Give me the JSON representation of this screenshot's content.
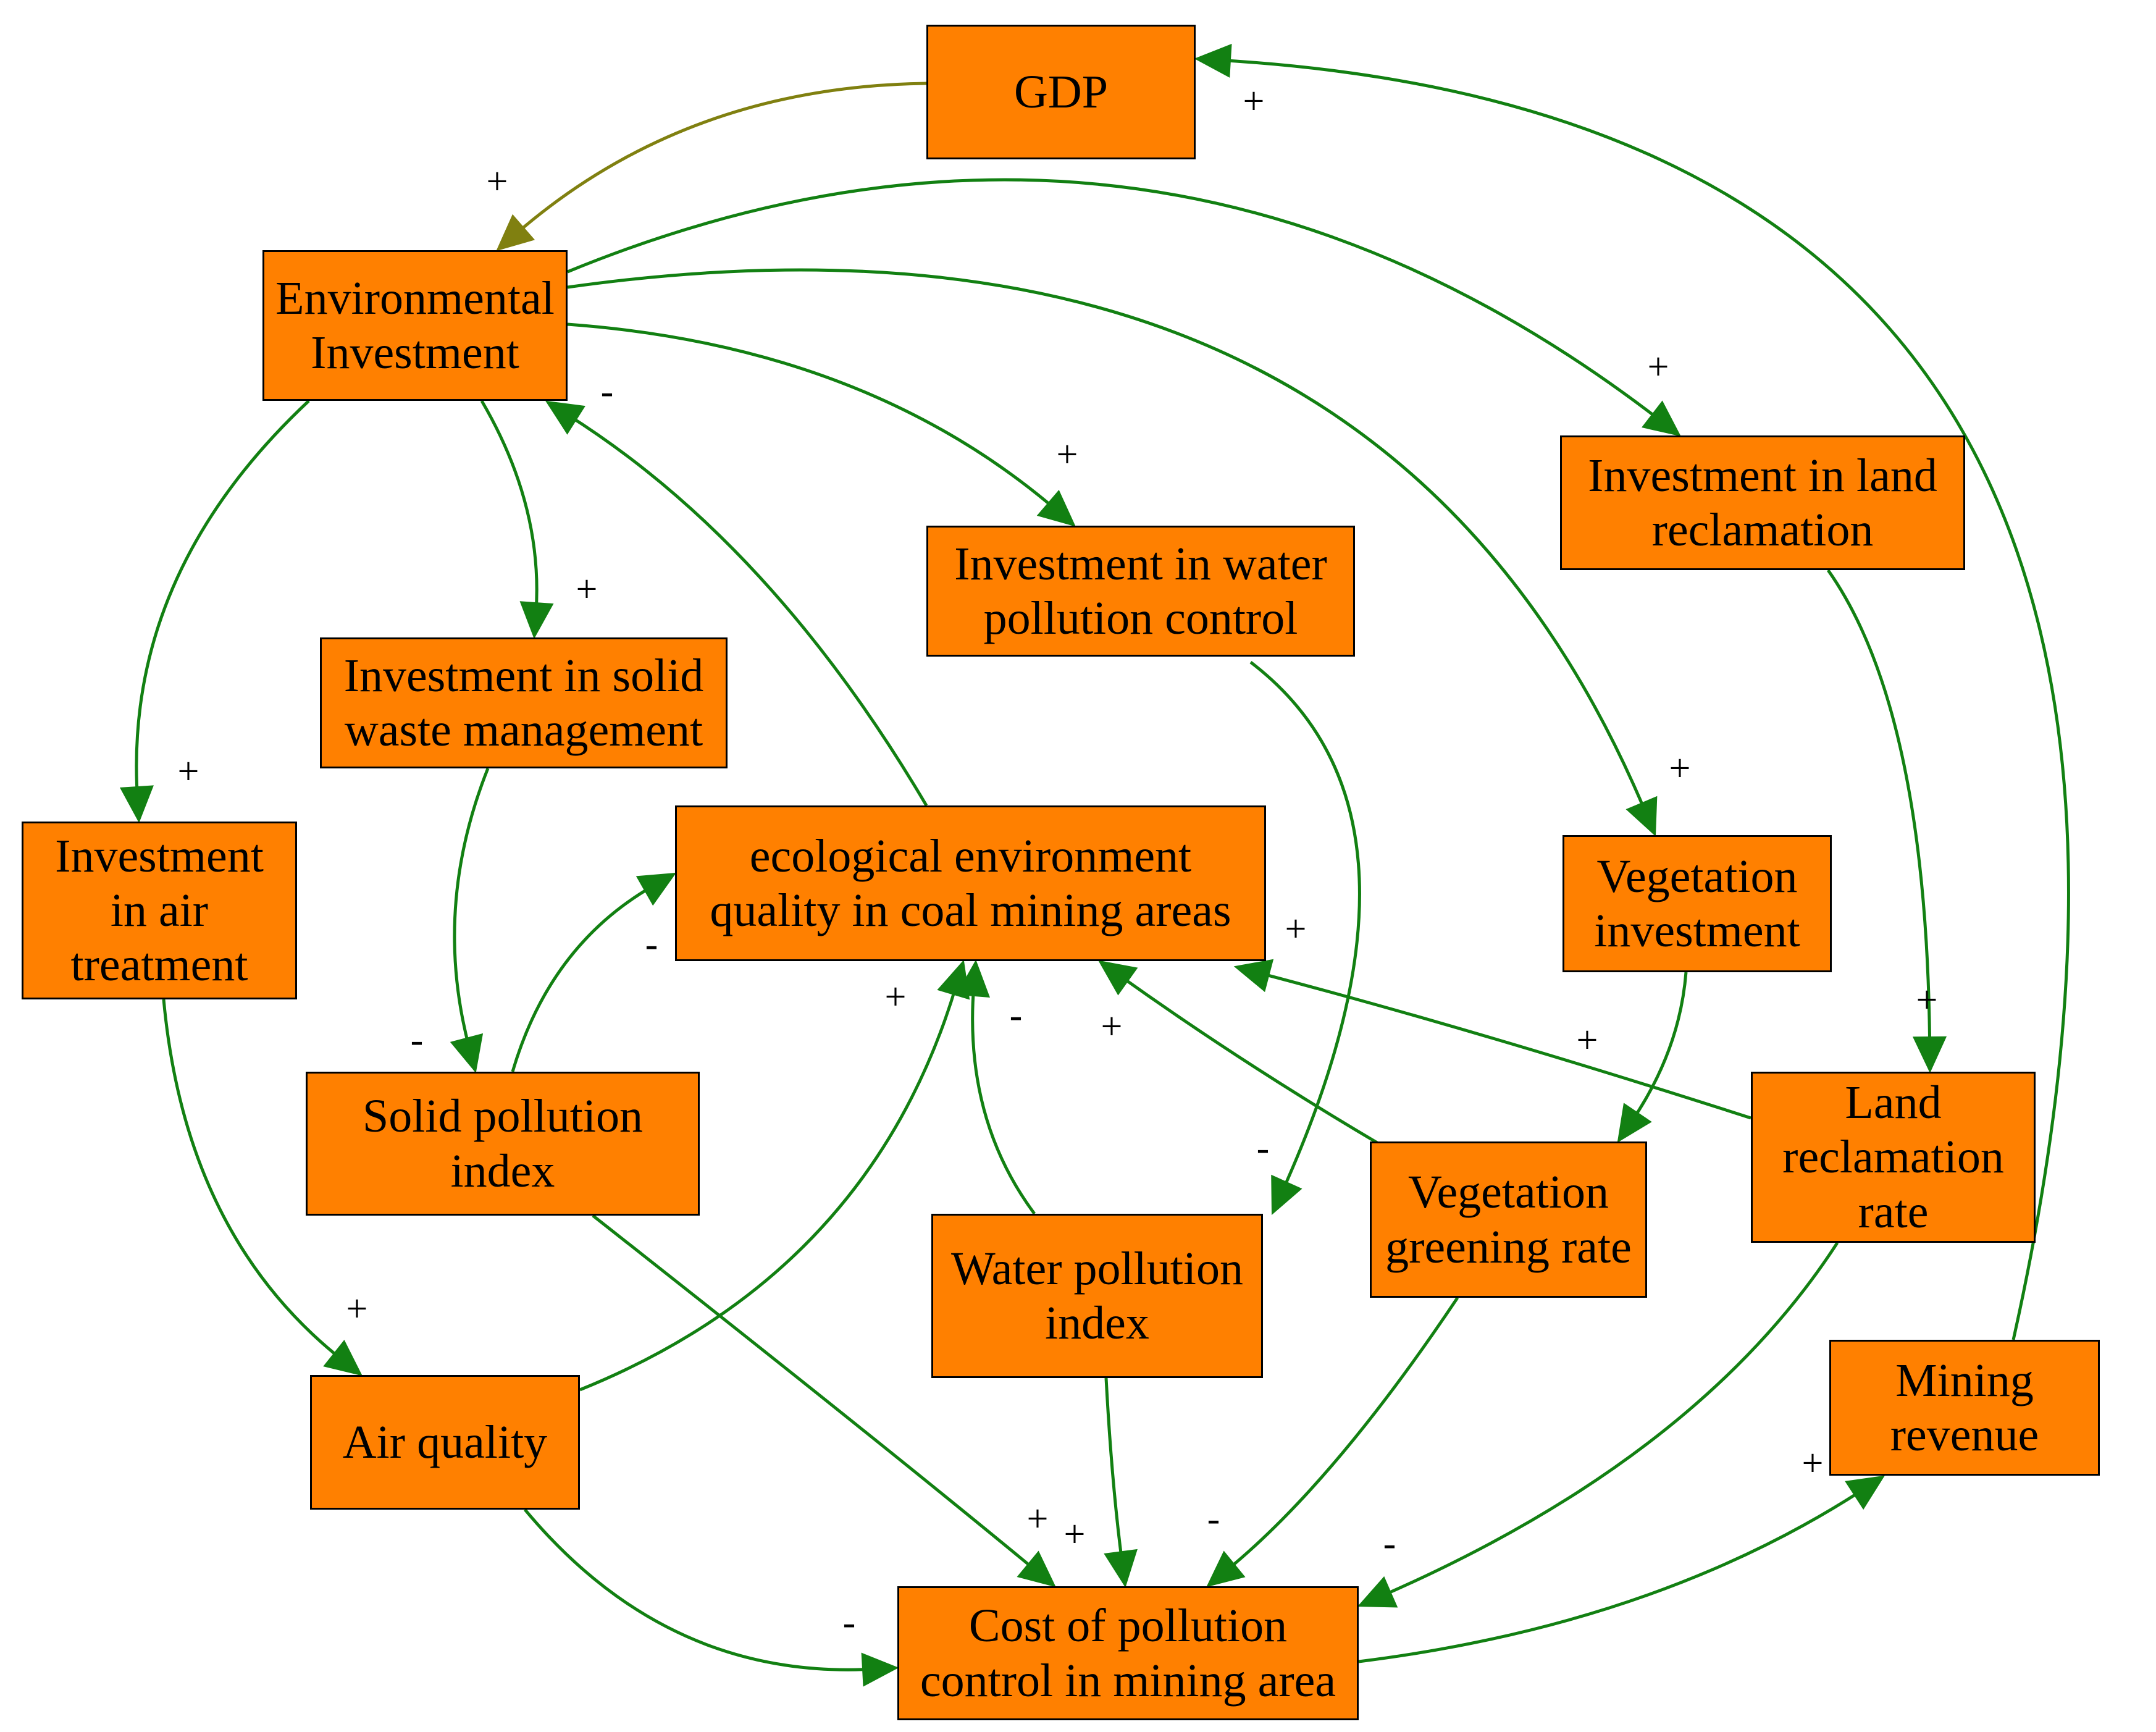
{
  "colors": {
    "node_fill": "#FF8000",
    "arrow_green": "#128012",
    "arrow_olive": "#808010"
  },
  "nodes": [
    {
      "id": "gdp",
      "label": "GDP"
    },
    {
      "id": "env-invest",
      "label": "Environmental\nInvestment"
    },
    {
      "id": "land-invest",
      "label": "Investment in land\nreclamation"
    },
    {
      "id": "water-invest",
      "label": "Investment in water\npollution control"
    },
    {
      "id": "solid-invest",
      "label": "Investment in solid\nwaste management"
    },
    {
      "id": "air-invest",
      "label": "Investment\nin air\ntreatment"
    },
    {
      "id": "eco-quality",
      "label": "ecological environment\nquality in coal mining areas"
    },
    {
      "id": "veg-invest",
      "label": "Vegetation\ninvestment"
    },
    {
      "id": "solid-index",
      "label": "Solid pollution\nindex"
    },
    {
      "id": "land-rate",
      "label": "Land\nreclamation\nrate"
    },
    {
      "id": "veg-rate",
      "label": "Vegetation\ngreening rate"
    },
    {
      "id": "water-index",
      "label": "Water pollution\nindex"
    },
    {
      "id": "air-quality",
      "label": "Air quality"
    },
    {
      "id": "mining-revenue",
      "label": "Mining\nrevenue"
    },
    {
      "id": "cost",
      "label": "Cost of pollution\ncontrol in mining area"
    }
  ],
  "edges": [
    {
      "from": "gdp",
      "to": "env-invest",
      "sign": "+",
      "color": "olive"
    },
    {
      "from": "mining-revenue",
      "to": "gdp",
      "sign": "+"
    },
    {
      "from": "env-invest",
      "to": "land-invest",
      "sign": "+"
    },
    {
      "from": "env-invest",
      "to": "water-invest",
      "sign": "+"
    },
    {
      "from": "env-invest",
      "to": "veg-invest",
      "sign": "+"
    },
    {
      "from": "env-invest",
      "to": "solid-invest",
      "sign": "+"
    },
    {
      "from": "env-invest",
      "to": "air-invest",
      "sign": "+"
    },
    {
      "from": "eco-quality",
      "to": "env-invest",
      "sign": "-"
    },
    {
      "from": "solid-invest",
      "to": "solid-index",
      "sign": "-"
    },
    {
      "from": "solid-index",
      "to": "eco-quality",
      "sign": "-"
    },
    {
      "from": "air-invest",
      "to": "air-quality",
      "sign": "+"
    },
    {
      "from": "air-quality",
      "to": "eco-quality",
      "sign": "+"
    },
    {
      "from": "water-index",
      "to": "eco-quality",
      "sign": "-"
    },
    {
      "from": "veg-rate",
      "to": "eco-quality",
      "sign": "+"
    },
    {
      "from": "land-rate",
      "to": "eco-quality",
      "sign": "+"
    },
    {
      "from": "water-invest",
      "to": "water-index",
      "sign": "-"
    },
    {
      "from": "land-invest",
      "to": "land-rate",
      "sign": "+"
    },
    {
      "from": "veg-invest",
      "to": "veg-rate",
      "sign": "+"
    },
    {
      "from": "solid-index",
      "to": "cost",
      "sign": "+"
    },
    {
      "from": "water-index",
      "to": "cost",
      "sign": "+"
    },
    {
      "from": "air-quality",
      "to": "cost",
      "sign": "-"
    },
    {
      "from": "veg-rate",
      "to": "cost",
      "sign": "-"
    },
    {
      "from": "land-rate",
      "to": "cost",
      "sign": "-"
    },
    {
      "from": "cost",
      "to": "mining-revenue",
      "sign": "+"
    }
  ]
}
